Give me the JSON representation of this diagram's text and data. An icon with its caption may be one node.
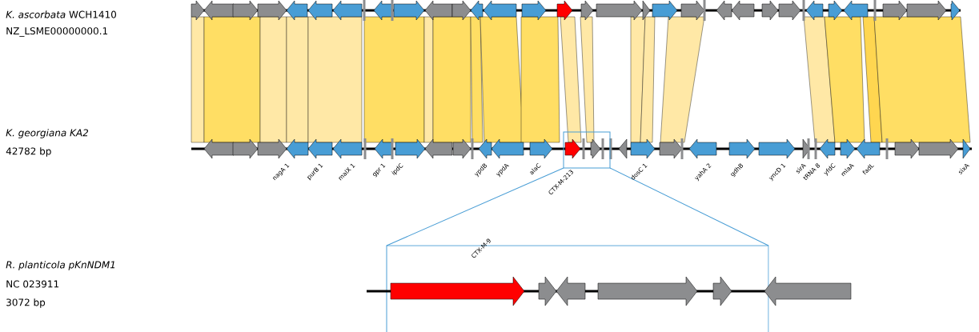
{
  "diagram": {
    "labels": [
      "*K. ascorbata* WCH1410",
      "NZ_LSME00000000.1",
      "K. georgiana KA2",
      "42782 bp",
      "R. planticola pKnNDM1",
      "NC 023911",
      "3072 bp",
      "nagA 1",
      "purB 1",
      "malX 1",
      "gpr 1",
      "ipdC",
      "ypdB",
      "ypdA",
      "alaC",
      "CTX-M-213",
      "dosC 1",
      "yahA 2",
      "gdhB",
      "yncD 1",
      "sirA",
      "tRNA 8",
      "yfdC",
      "mlaA",
      "fadL",
      "sixA",
      "CTX-M-9"
    ]
  }
}
